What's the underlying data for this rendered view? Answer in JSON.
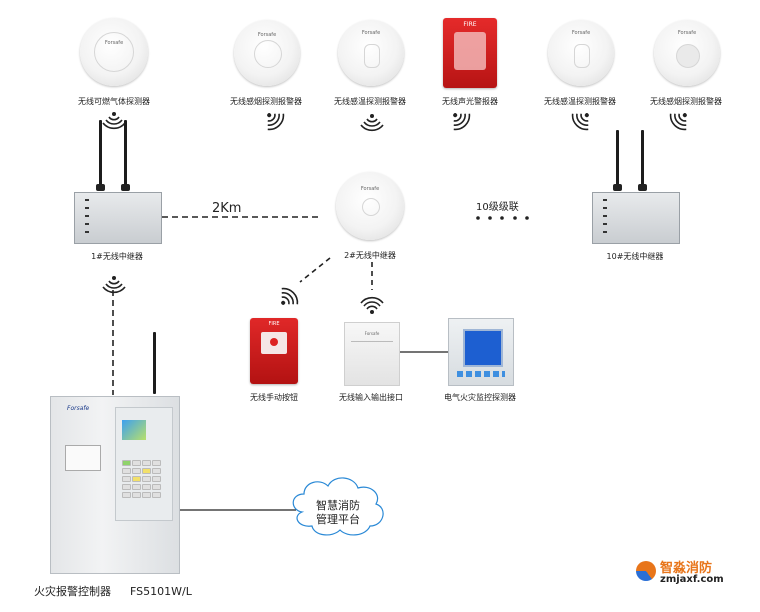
{
  "devices_top": [
    {
      "label": "无线可燃气体探测器"
    },
    {
      "label": "无线感烟探测报警器"
    },
    {
      "label": "无线感温探测报警器"
    },
    {
      "label": "无线声光警报器",
      "badge": "FIRE"
    },
    {
      "label": "无线感温探测报警器"
    },
    {
      "label": "无线感烟探测报警器"
    }
  ],
  "repeaters": [
    {
      "label": "1#无线中继器"
    },
    {
      "label": "2#无线中继器"
    },
    {
      "label": "10#无线中继器"
    }
  ],
  "links": {
    "distance_label": "2Km",
    "cascade_label": "10级级联"
  },
  "field_devices": [
    {
      "label": "无线手动按钮",
      "badge": "FIRE"
    },
    {
      "label": "无线输入输出接口"
    },
    {
      "label": "电气火灾监控探测器"
    }
  ],
  "cloud": {
    "line1": "智慧消防",
    "line2": "管理平台"
  },
  "control_panel": {
    "label": "火灾报警控制器",
    "model": "FS5101W/L",
    "brand": "Forsafe"
  },
  "device_brand": "Forsafe",
  "watermark": {
    "name": "智淼消防",
    "url": "zmjaxf.com"
  },
  "colors": {
    "line": "#222222",
    "red_device": "#d92323",
    "screen_blue": "#1d5fd1",
    "watermark_orange": "#e8751a"
  }
}
